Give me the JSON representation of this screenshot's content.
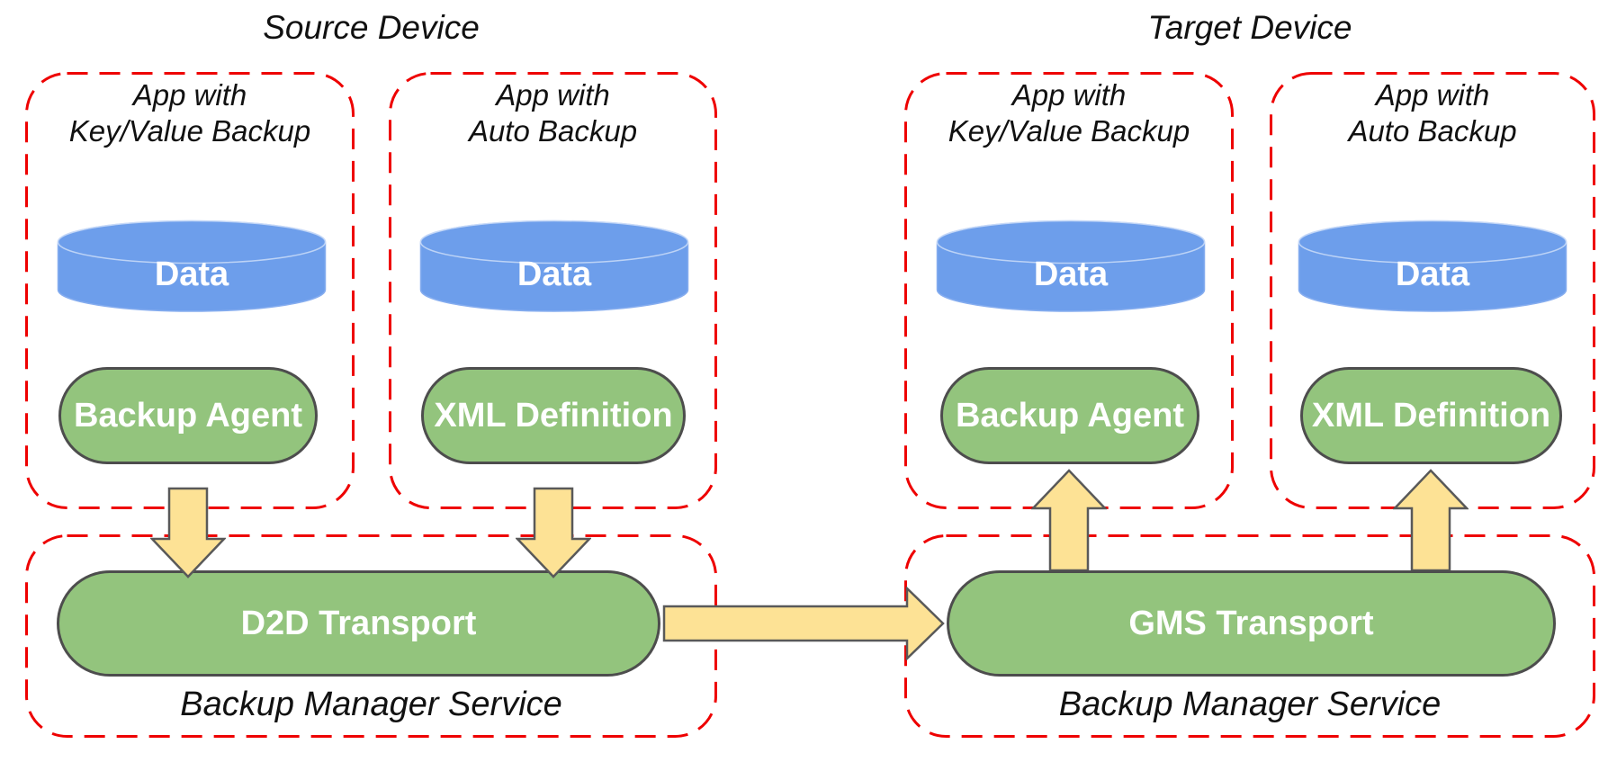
{
  "source": {
    "title": "Source Device",
    "apps": [
      {
        "name_line1": "App with",
        "name_line2": "Key/Value Backup",
        "store_label": "Data",
        "component_label": "Backup Agent"
      },
      {
        "name_line1": "App with",
        "name_line2": "Auto Backup",
        "store_label": "Data",
        "component_label": "XML Definition"
      }
    ],
    "service": {
      "transport_label": "D2D Transport",
      "service_label": "Backup Manager Service"
    }
  },
  "target": {
    "title": "Target Device",
    "apps": [
      {
        "name_line1": "App with",
        "name_line2": "Key/Value Backup",
        "store_label": "Data",
        "component_label": "Backup Agent"
      },
      {
        "name_line1": "App with",
        "name_line2": "Auto Backup",
        "store_label": "Data",
        "component_label": "XML Definition"
      }
    ],
    "service": {
      "transport_label": "GMS Transport",
      "service_label": "Backup Manager Service"
    }
  },
  "colors": {
    "dashed_border_red": "#EE0000",
    "cylinder_blue": "#6D9EEB",
    "cylinder_edge_blue": "#86ADEF",
    "pill_green": "#93C47D",
    "pill_border_gray": "#4D4D4D",
    "arrow_yellow": "#FDE295",
    "arrow_border_gray": "#595959",
    "title_text": "#111111",
    "pill_text": "#FFFFFF"
  }
}
